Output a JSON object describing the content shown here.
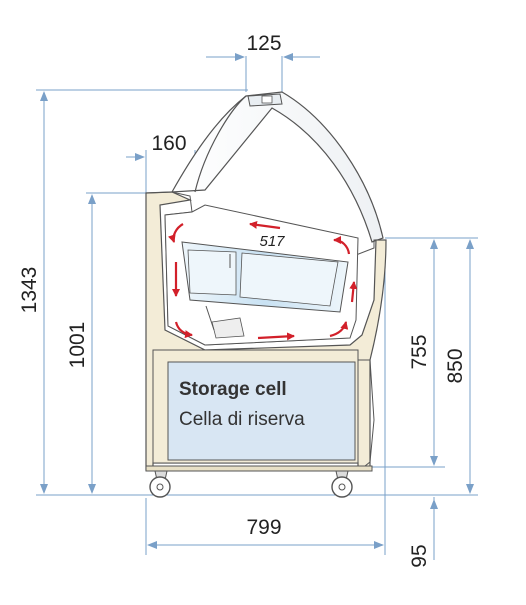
{
  "dimensions": {
    "total_height": "1343",
    "cabinet_height": "1001",
    "front_height_755": "755",
    "front_height_850": "850",
    "depth": "799",
    "top_offset": "125",
    "step_depth": "160",
    "basin_width": "517",
    "wheel_height": "95"
  },
  "storage_cell": {
    "title": "Storage cell",
    "subtitle": "Cella di riserva"
  },
  "colors": {
    "cabinet_fill": "#f3ecd7",
    "storage_fill": "#d8e6f3",
    "airflow": "#d2202a",
    "dimension_line": "#7aa0c8"
  }
}
